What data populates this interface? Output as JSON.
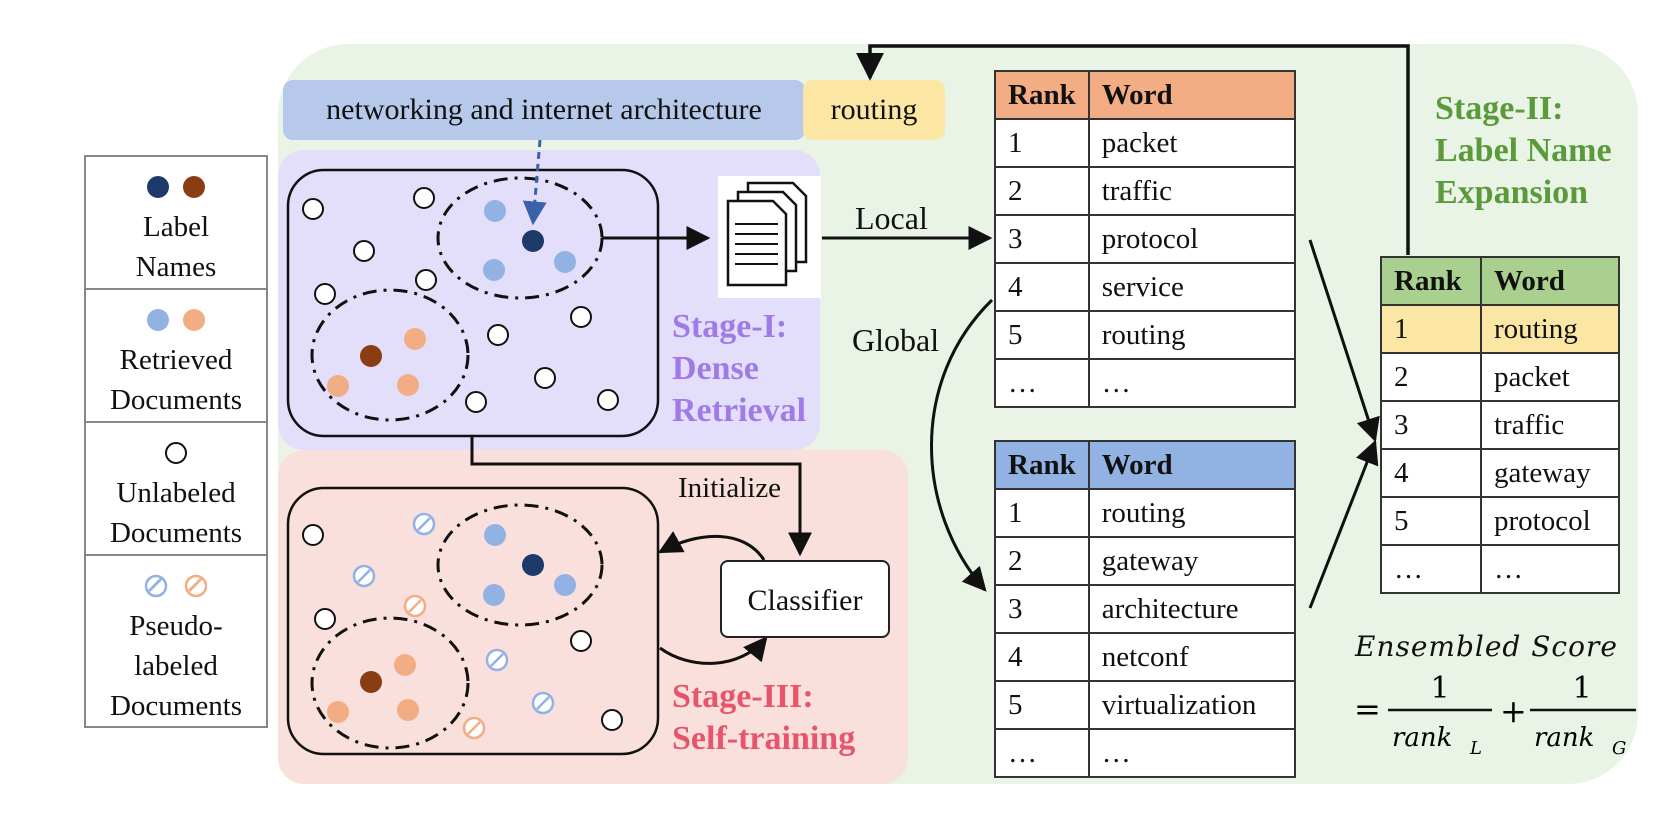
{
  "legend": {
    "items": [
      {
        "text": "Label\nNames",
        "icons": [
          "#1e3a6b",
          "#8a3d12"
        ],
        "style": "solid"
      },
      {
        "text": "Retrieved\nDocuments",
        "icons": [
          "#92b2e4",
          "#f2ad84"
        ],
        "style": "solid"
      },
      {
        "text": "Unlabeled\nDocuments",
        "icons": [
          "#ffffff"
        ],
        "style": "hollow"
      },
      {
        "text": "Pseudo-\nlabeled\nDocuments",
        "icons": [
          "#92b2e4",
          "#f2ad84"
        ],
        "style": "hatched"
      }
    ]
  },
  "top_labels": {
    "label_name": "networking and internet architecture",
    "expanded_word": "routing"
  },
  "arrows": {
    "local": "Local",
    "global": "Global",
    "initialize": "Initialize"
  },
  "classifier": "Classifier",
  "stages": {
    "stage1": "Stage-I:\nDense\nRetrieval",
    "stage2": "Stage-II:\nLabel Name\nExpansion",
    "stage3": "Stage-III:\nSelf-training"
  },
  "tables": {
    "local": {
      "header": [
        "Rank",
        "Word"
      ],
      "header_color": "#f2ad84",
      "rows": [
        [
          "1",
          "packet"
        ],
        [
          "2",
          "traffic"
        ],
        [
          "3",
          "protocol"
        ],
        [
          "4",
          "service"
        ],
        [
          "5",
          "routing"
        ],
        [
          "…",
          "…"
        ]
      ]
    },
    "global": {
      "header": [
        "Rank",
        "Word"
      ],
      "header_color": "#92b2e4",
      "rows": [
        [
          "1",
          "routing"
        ],
        [
          "2",
          "gateway"
        ],
        [
          "3",
          "architecture"
        ],
        [
          "4",
          "netconf"
        ],
        [
          "5",
          "virtualization"
        ],
        [
          "…",
          "…"
        ]
      ]
    },
    "ensembled": {
      "header": [
        "Rank",
        "Word"
      ],
      "header_color": "#a9d08e",
      "highlight_color": "#fbe7a3",
      "rows": [
        [
          "1",
          "routing"
        ],
        [
          "2",
          "packet"
        ],
        [
          "3",
          "traffic"
        ],
        [
          "4",
          "gateway"
        ],
        [
          "5",
          "protocol"
        ],
        [
          "…",
          "…"
        ]
      ]
    }
  },
  "formula": {
    "title": "Ensembled Score",
    "eq": "=",
    "num": "1",
    "den_left": "rank",
    "sub_left": "L",
    "plus": "+",
    "den_right": "rank",
    "sub_right": "G"
  },
  "colors": {
    "green_bg": "#e9f3e6",
    "purple_bg": "#e3defa",
    "pink_bg": "#f9e0dc",
    "stage1": "#a07be8",
    "stage2": "#5a9a3a",
    "stage3": "#e6556a"
  }
}
